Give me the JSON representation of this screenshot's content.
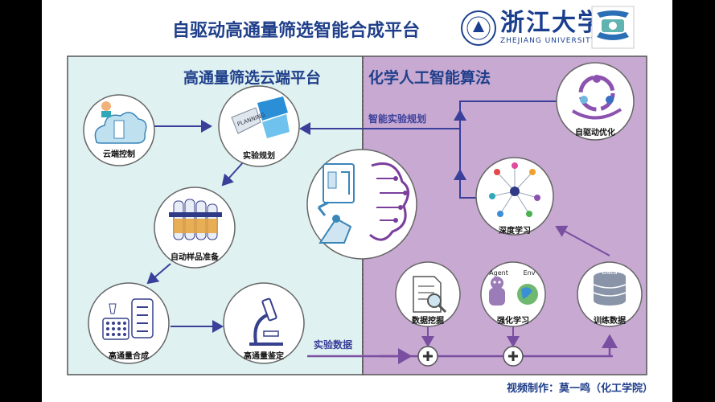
{
  "header": {
    "title": "自驱动高通量筛选智能合成平台"
  },
  "logos": {
    "university_cn": "浙江大学",
    "university_en": "ZHEJIANG UNIVERSITY"
  },
  "panels": {
    "left": "高通量筛选云端平台",
    "right": "化学人工智能算法"
  },
  "nodes": {
    "cloud_control": "云端控制",
    "experiment_planning": "实验规划",
    "sample_prep": "自动样品准备",
    "ht_synthesis": "高通量合成",
    "ht_identification": "高通量鉴定",
    "self_optimization": "自驱动优化",
    "deep_learning": "深度学习",
    "data_mining": "数据挖掘",
    "reinforcement_learning": "强化学习",
    "training_data": "训练数据"
  },
  "edge_labels": {
    "planning": "智能实验规划",
    "data": "实验数据"
  },
  "icon_text": {
    "planning": "PLANNING",
    "agent": "Agent",
    "env": "Env",
    "data": "Data"
  },
  "footer": {
    "credit": "视频制作：莫一鸣（化工学院）"
  },
  "colors": {
    "left_panel": "#dff1f1",
    "right_panel": "#c7a9d2",
    "arrow_blue": "#3a3f9a",
    "arrow_purple": "#7a4ea0",
    "title": "#1f3f8a"
  }
}
